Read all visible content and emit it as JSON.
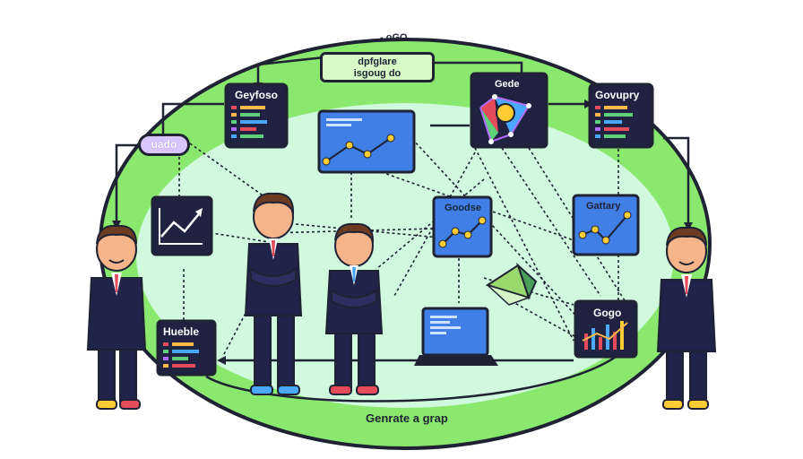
{
  "diagram": {
    "top_hint": "- oGO",
    "title_box": {
      "line1": "dpfglare",
      "line2": "isgoug do"
    },
    "pill_label": "uado",
    "footer_caption": "Genrate a grap",
    "cards": {
      "gyfoso": "Geyfoso",
      "gede": "Gede",
      "govupry": "Govupry",
      "godse": "Goodse",
      "gallary": "Gattary",
      "hueble": "Hueble",
      "gogo": "Gogo"
    }
  }
}
